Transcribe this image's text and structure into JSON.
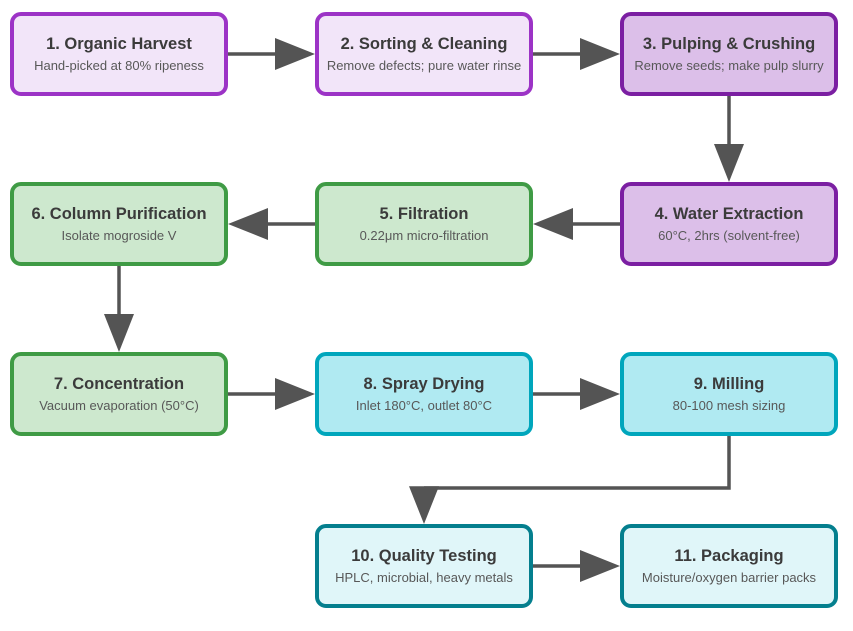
{
  "diagram": {
    "background": "#ffffff",
    "arrow_color": "#545454",
    "title_color": "#3b3b3b",
    "subtitle_color": "#585858"
  },
  "palette": {
    "purple_light": {
      "fill": "#f2e5f9",
      "border": "#9c33c6"
    },
    "purple_mid": {
      "fill": "#dcbfe9",
      "border": "#7b1fa2"
    },
    "green": {
      "fill": "#cde8ce",
      "border": "#3f9b45"
    },
    "cyan": {
      "fill": "#b0eaf2",
      "border": "#00a6bc"
    },
    "cyan_light": {
      "fill": "#e0f6f9",
      "border": "#047f8e"
    }
  },
  "nodes": [
    {
      "id": "organic-harvest",
      "title": "1. Organic Harvest",
      "subtitle": "Hand-picked at 80% ripeness",
      "palette": "purple_light",
      "col": 0,
      "row": 0
    },
    {
      "id": "sorting-cleaning",
      "title": "2. Sorting & Cleaning",
      "subtitle": "Remove defects; pure water rinse",
      "palette": "purple_light",
      "col": 1,
      "row": 0
    },
    {
      "id": "pulping-crushing",
      "title": "3. Pulping & Crushing",
      "subtitle": "Remove seeds; make pulp slurry",
      "palette": "purple_mid",
      "col": 2,
      "row": 0
    },
    {
      "id": "water-extraction",
      "title": "4. Water Extraction",
      "subtitle": "60°C, 2hrs (solvent-free)",
      "palette": "purple_mid",
      "col": 2,
      "row": 1
    },
    {
      "id": "filtration",
      "title": "5. Filtration",
      "subtitle": "0.22μm micro-filtration",
      "palette": "green",
      "col": 1,
      "row": 1
    },
    {
      "id": "column-purification",
      "title": "6. Column Purification",
      "subtitle": "Isolate mogroside V",
      "palette": "green",
      "col": 0,
      "row": 1
    },
    {
      "id": "concentration",
      "title": "7. Concentration",
      "subtitle": "Vacuum evaporation (50°C)",
      "palette": "green",
      "col": 0,
      "row": 2
    },
    {
      "id": "spray-drying",
      "title": "8. Spray Drying",
      "subtitle": "Inlet 180°C, outlet 80°C",
      "palette": "cyan",
      "col": 1,
      "row": 2
    },
    {
      "id": "milling",
      "title": "9. Milling",
      "subtitle": "80-100 mesh sizing",
      "palette": "cyan",
      "col": 2,
      "row": 2
    },
    {
      "id": "quality-testing",
      "title": "10. Quality Testing",
      "subtitle": "HPLC, microbial, heavy metals",
      "palette": "cyan_light",
      "col": 1,
      "row": 3
    },
    {
      "id": "packaging",
      "title": "11. Packaging",
      "subtitle": "Moisture/oxygen barrier packs",
      "palette": "cyan_light",
      "col": 2,
      "row": 3
    }
  ],
  "edges": [
    {
      "from": "organic-harvest",
      "to": "sorting-cleaning"
    },
    {
      "from": "sorting-cleaning",
      "to": "pulping-crushing"
    },
    {
      "from": "pulping-crushing",
      "to": "water-extraction"
    },
    {
      "from": "water-extraction",
      "to": "filtration"
    },
    {
      "from": "filtration",
      "to": "column-purification"
    },
    {
      "from": "column-purification",
      "to": "concentration"
    },
    {
      "from": "concentration",
      "to": "spray-drying"
    },
    {
      "from": "spray-drying",
      "to": "milling"
    },
    {
      "from": "milling",
      "to": "quality-testing"
    },
    {
      "from": "quality-testing",
      "to": "packaging"
    }
  ]
}
